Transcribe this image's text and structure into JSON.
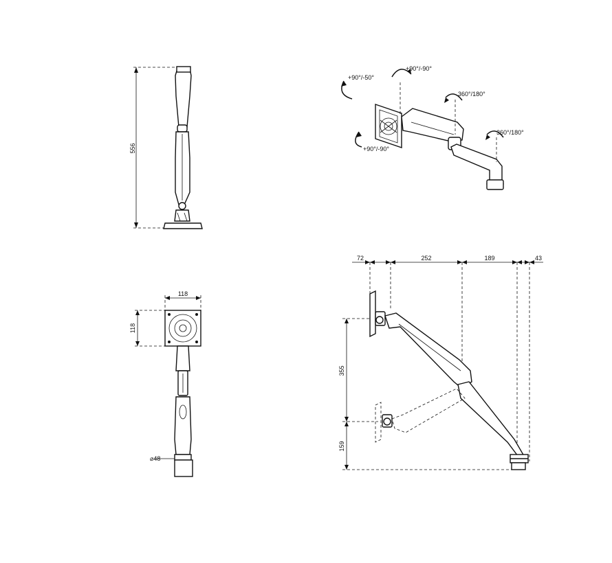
{
  "side_view": {
    "height": "556"
  },
  "front_view": {
    "plate_w": "118",
    "plate_h": "118",
    "pole": "⌀48"
  },
  "iso_view": {
    "tilt": "+90°/-50°",
    "swivel": "+90°/-90°",
    "rotate": "+90°/-90°",
    "arm_joint": "360°/180°",
    "base_joint": "360°/180°"
  },
  "profile_view": {
    "d1": "72",
    "d2": "252",
    "d3": "189",
    "d4": "43",
    "h_range": "355",
    "h_min": "159"
  }
}
